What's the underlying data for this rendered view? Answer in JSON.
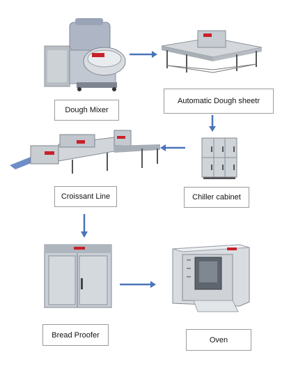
{
  "nodes": {
    "dough_mixer": "Dough Mixer",
    "dough_sheeter": "Automatic Dough sheetr",
    "chiller": "Chiller cabinet",
    "croissant_line": "Croissant Line",
    "bread_proofer": "Bread Proofer",
    "oven": "Oven"
  },
  "colors": {
    "arrow": "#4a74b8",
    "box_border": "#9a9a9a",
    "machine_red": "#c8202a"
  }
}
